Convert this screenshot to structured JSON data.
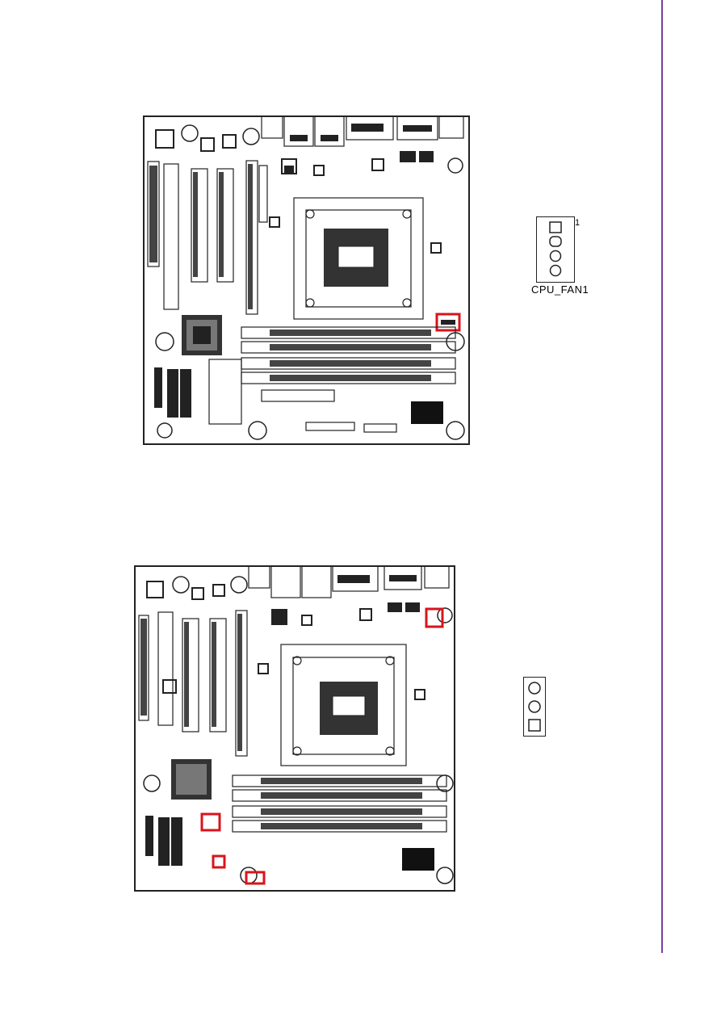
{
  "figure1": {
    "connector_label": "CPU_FAN1",
    "pin1_label": "1",
    "highlight_color": "#d8141c",
    "pins": [
      "square",
      "round",
      "round",
      "round"
    ]
  },
  "figure2": {
    "highlight_color": "#d8141c",
    "pins": [
      "round",
      "round",
      "square"
    ]
  },
  "page": {
    "margin_rule_color": "#7b3fa0"
  }
}
